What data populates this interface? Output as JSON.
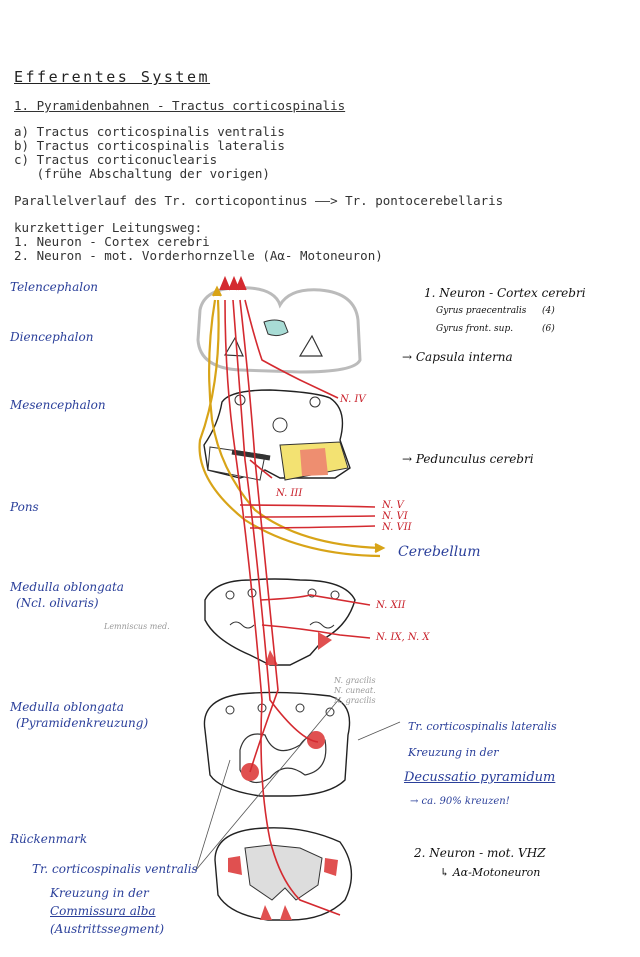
{
  "header": {
    "title": "Efferentes System",
    "subtitle": "1. Pyramidenbahnen - Tractus corticospinalis"
  },
  "tracts": [
    "a) Tractus corticospinalis ventralis",
    "b) Tractus corticospinalis lateralis",
    "c) Tractus corticonuclearis",
    "   (frühe Abschaltung der vorigen)"
  ],
  "parallel": "Parallelverlauf des Tr. corticopontinus ——> Tr. pontocerebellaris",
  "chain": {
    "heading": "kurzkettiger Leitungsweg:",
    "items": [
      "1. Neuron - Cortex cerebri",
      "2. Neuron - mot. Vorderhornzelle (Aα- Motoneuron)"
    ]
  },
  "levels": {
    "telencephalon": "Telencephalon",
    "diencephalon": "Diencephalon",
    "mesencephalon": "Mesencephalon",
    "pons": "Pons",
    "medulla1_a": "Medulla oblongata",
    "medulla1_b": "(Ncl. olivaris)",
    "medulla2_a": "Medulla oblongata",
    "medulla2_b": "(Pyramidenkreuzung)",
    "rueckenmark": "Rückenmark"
  },
  "right_notes": {
    "neuron1": "1. Neuron - Cortex cerebri",
    "gyrus1": "Gyrus praecentralis",
    "gyrus1_num": "(4)",
    "gyrus2": "Gyrus front. sup.",
    "gyrus2_num": "(6)",
    "capsula": "→ Capsula interna",
    "pedunculus": "→ Pedunculus cerebri",
    "cerebellum": "Cerebellum",
    "lateralis_1": "Tr. corticospinalis lateralis",
    "lateralis_2": "Kreuzung in der",
    "lateralis_3": "Decussatio pyramidum",
    "lateralis_4": "→ ca. 90% kreuzen!",
    "neuron2_1": "2. Neuron - mot. VHZ",
    "neuron2_2": "↳ Aα-Motoneuron"
  },
  "left_notes": {
    "ventralis_1": "Tr. corticospinalis ventralis",
    "ventralis_2": "Kreuzung in der",
    "ventralis_3": "Commissura alba",
    "ventralis_4": "(Austrittssegment)"
  },
  "nerves": {
    "n4": "N. IV",
    "n3": "N. III",
    "n5": "N. V",
    "n6": "N. VI",
    "n7": "N. VII",
    "n12": "N. XII",
    "n9_10": "N. IX, N. X"
  },
  "minor": {
    "lemniscus": "Lemniscus med.",
    "gracilis_1": "N. gracilis",
    "gracilis_2": "N. cuneat.",
    "gracilis_3": "N. gracilis"
  },
  "colors": {
    "pyramidal": "#d42a30",
    "corticopontine": "#d8a418",
    "ink": "#222222",
    "annotation": "#2a3f9a"
  }
}
